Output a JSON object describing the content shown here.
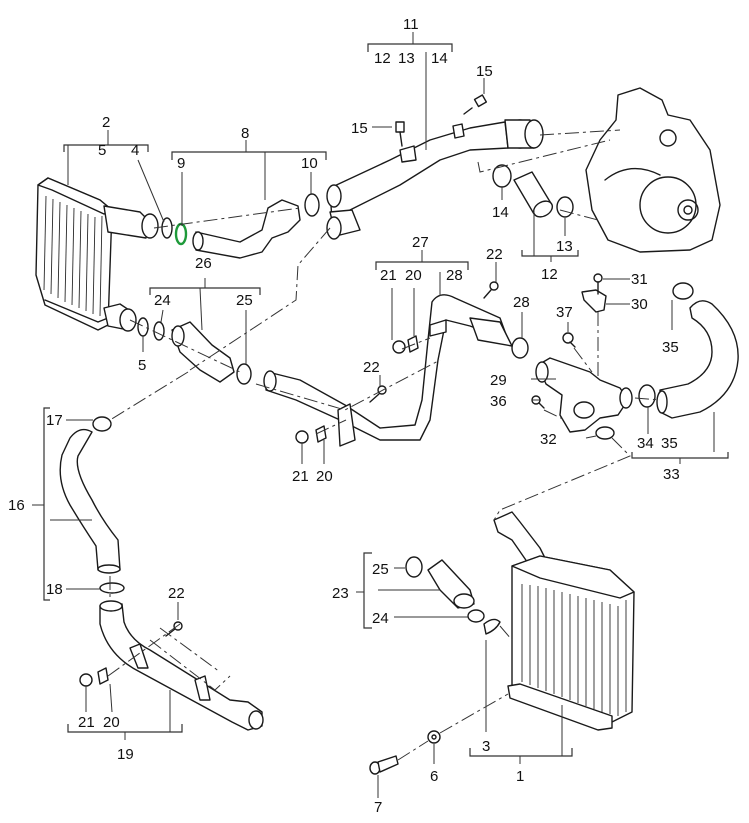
{
  "diagram": {
    "title": "",
    "accent_color": "#1e9a3a",
    "highlighted_part": "9",
    "labels": {
      "l1": "1",
      "l2": "2",
      "l3": "3",
      "l4": "4",
      "l5a": "5",
      "l5b": "5",
      "l6": "6",
      "l7": "7",
      "l8": "8",
      "l9": "9",
      "l10": "10",
      "l11": "11",
      "l12a": "12",
      "l13a": "13",
      "l14a": "14",
      "l15a": "15",
      "l15b": "15",
      "l14b": "14",
      "l13b": "13",
      "l12b": "12",
      "l16": "16",
      "l17": "17",
      "l18": "18",
      "l19": "19",
      "l20a": "20",
      "l20b": "20",
      "l20c": "20",
      "l21a": "21",
      "l21b": "21",
      "l21c": "21",
      "l22a": "22",
      "l22b": "22",
      "l22c": "22",
      "l23": "23",
      "l24a": "24",
      "l24b": "24",
      "l25a": "25",
      "l25b": "25",
      "l26": "26",
      "l27": "27",
      "l28a": "28",
      "l28b": "28",
      "l29": "29",
      "l30": "30",
      "l31": "31",
      "l32": "32",
      "l33": "33",
      "l34": "34",
      "l35a": "35",
      "l35b": "35",
      "l36": "36",
      "l37": "37"
    }
  }
}
